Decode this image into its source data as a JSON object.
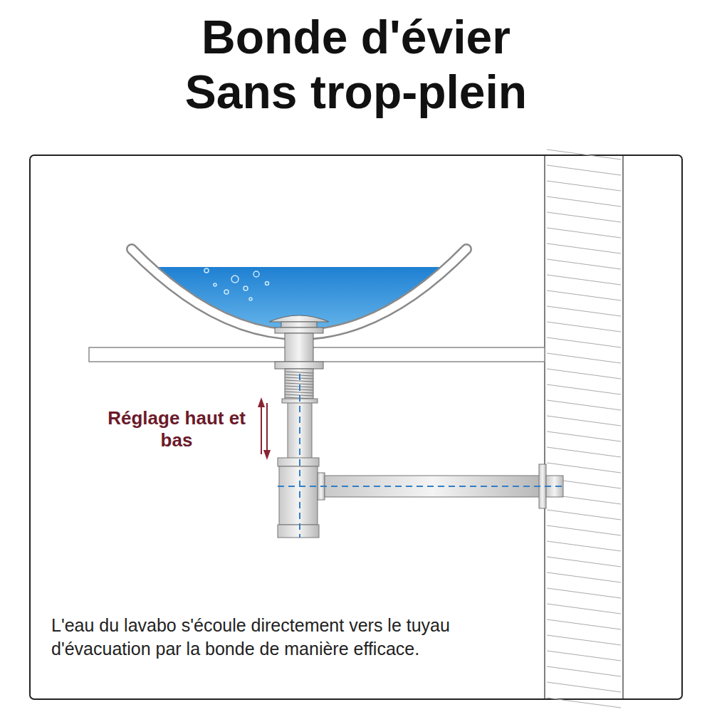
{
  "diagram": {
    "title": "Bonde d'évier Sans trop-plein",
    "labels": [
      "Réglage haut et bas",
      "L'eau du lavabo s'écoule directement vers le tuyau d'évacuation par la bonde de manière efficace."
    ]
  }
}
